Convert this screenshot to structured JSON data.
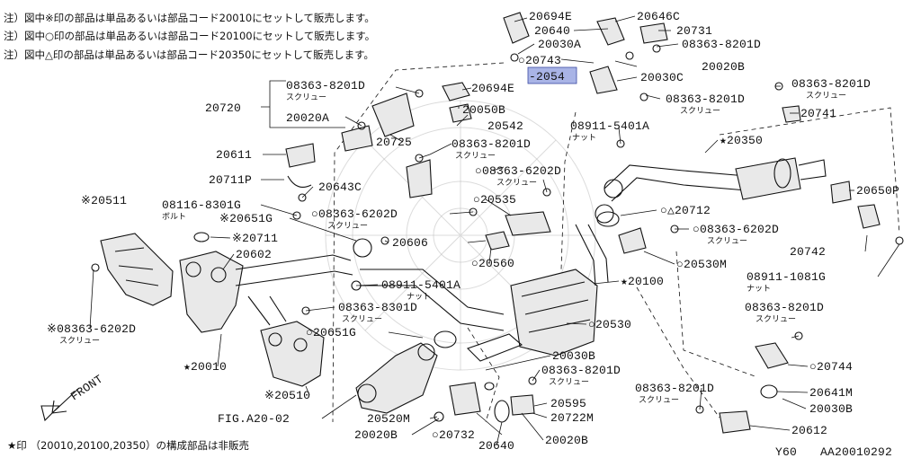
{
  "notes": [
    "注）図中※印の部品は単品あるいは部品コード20010にセットして販売します。",
    "注）図中○印の部品は単品あるいは部品コード20100にセットして販売します。",
    "注）図中△印の部品は単品あるいは部品コード20350にセットして販売します。"
  ],
  "footnote": "★印 （20010,20100,20350）の構成部品は非販売",
  "front_label": "FRONT",
  "model_code": "Y60",
  "figure_code": "AA20010292",
  "fig_ref": "FIG.A20-02",
  "highlight_color": "#a9b4e6",
  "highlight_label": "-2054",
  "sub_labels": {
    "screw": "スクリュー",
    "nut": "ナット",
    "bolt": "ボルト"
  },
  "labels": {
    "l_20694E_top": "20694E",
    "l_20646C": "20646C",
    "l_20640_top": "20640",
    "l_20731": "20731",
    "l_20030A": "20030A",
    "l_08363_8201D_a": "08363-8201D",
    "l_20743": "○20743",
    "l_20020B_top": "20020B",
    "l_20030C": "20030C",
    "l_08363_8201D_b": "08363-8201D",
    "l_08363_8201D_c": "08363-8201D",
    "l_20694E_mid": "20694E",
    "l_08363_8201D_d": "08363-8201D",
    "l_20720": "20720",
    "l_20050B": "20050B",
    "l_20020A": "20020A",
    "l_20542": "20542",
    "l_20741": "20741",
    "l_08911_5401A_a": "08911-5401A",
    "l_20725": "20725",
    "l_08363_8201D_e": "08363-8201D",
    "l_20350": "★20350",
    "l_20611": "20611",
    "l_08363_6202D_a": "○08363-6202D",
    "l_20711P": "20711P",
    "l_20643C": "20643C",
    "l_20650P": "20650P",
    "l_20511": "※20511",
    "l_08116_8301G": "08116-8301G",
    "l_20535": "○20535",
    "l_20651G_a": "※20651G",
    "l_08363_6202D_b": "○08363-6202D",
    "l_20712": "○△20712",
    "l_20711": "※20711",
    "l_20606": "20606",
    "l_08363_6202D_c": "○08363-6202D",
    "l_20602": "20602",
    "l_20742": "20742",
    "l_20560": "○20560",
    "l_20530M": "○20530M",
    "l_08911_1081G": "08911-1081G",
    "l_08911_5401A_b": "08911-5401A",
    "l_20100": "★20100",
    "l_08363_6202D_d": "※08363-6202D",
    "l_08363_8301D": "08363-8301D",
    "l_08363_8201D_f": "08363-8201D",
    "l_20651G_b": "○20651G",
    "l_20530": "○20530",
    "l_20010": "★20010",
    "l_20030B_a": "20030B",
    "l_08363_8201D_g": "08363-8201D",
    "l_20744": "○20744",
    "l_20510": "※20510",
    "l_20595": "20595",
    "l_08363_8201D_h": "08363-8201D",
    "l_20641M": "20641M",
    "l_20722M": "20722M",
    "l_20030B_b": "20030B",
    "l_20520M": "20520M",
    "l_20612": "20612",
    "l_20020B_bot": "20020B",
    "l_20732": "○20732",
    "l_20020B_right": "20020B",
    "l_20640_bot": "20640"
  }
}
